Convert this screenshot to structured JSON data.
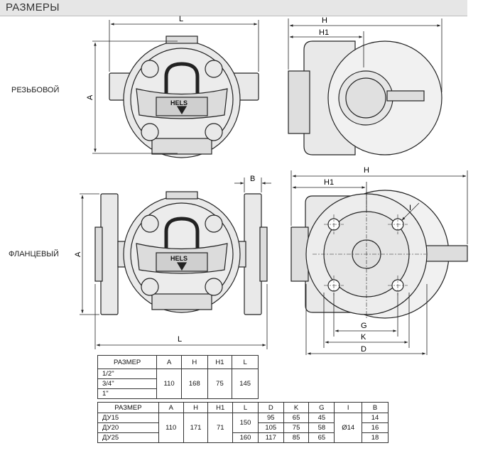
{
  "header": {
    "title": "РАЗМЕРЫ"
  },
  "labels": {
    "threaded": "РЕЗЬБОВОЙ",
    "flanged": "ФЛАНЦЕВЫЙ",
    "brand": "HELS"
  },
  "dims": {
    "L": "L",
    "A": "A",
    "H": "H",
    "H1": "H1",
    "B": "B",
    "G": "G",
    "K": "K",
    "D": "D",
    "I": "I"
  },
  "table1": {
    "headers": [
      "РАЗМЕР",
      "A",
      "H",
      "H1",
      "L"
    ],
    "sizes": [
      "1/2\"",
      "3/4\"",
      "1\""
    ],
    "values": [
      "110",
      "168",
      "75",
      "145"
    ]
  },
  "table2": {
    "headers": [
      "РАЗМЕР",
      "A",
      "H",
      "H1",
      "L",
      "D",
      "K",
      "G",
      "I",
      "B"
    ],
    "sizes": [
      "ДУ15",
      "ДУ20",
      "ДУ25"
    ],
    "A": "110",
    "H": "171",
    "H1": "71",
    "L_merged": "150",
    "L_last": "160",
    "D": [
      "95",
      "105",
      "117"
    ],
    "K": [
      "65",
      "75",
      "85"
    ],
    "G": [
      "45",
      "58",
      "65"
    ],
    "I": "Ø14",
    "B": [
      "14",
      "16",
      "18"
    ]
  }
}
